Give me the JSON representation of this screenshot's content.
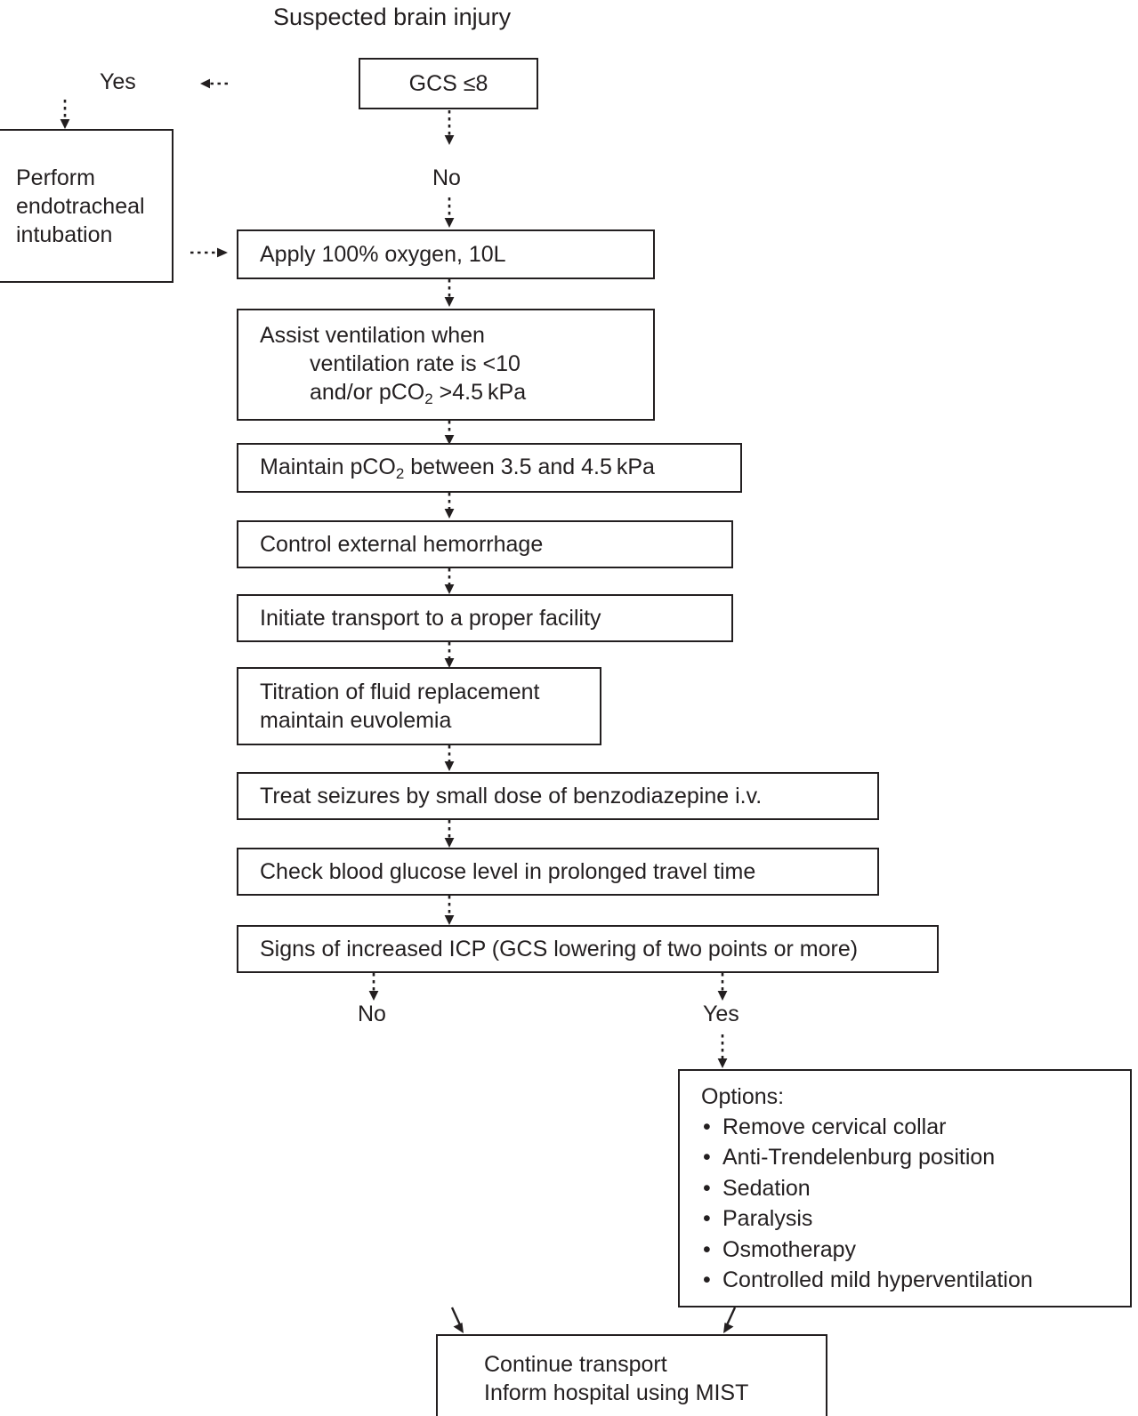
{
  "diagram": {
    "title": "Suspected brain injury",
    "type": "flowchart",
    "line_color": "#231f20",
    "background": "#ffffff",
    "nodes": {
      "gcs": {
        "label": "GCS ≤8"
      },
      "intubation": {
        "lines": [
          "Perform",
          "endotracheal",
          "intubation"
        ]
      },
      "oxygen": {
        "label": "Apply 100% oxygen, 10L"
      },
      "assist": {
        "line1": "Assist ventilation when",
        "line2": "ventilation rate is <10",
        "line3_a": "and/or  pCO",
        "line3_sub": "2",
        "line3_b": " >4.5 kPa"
      },
      "maintain": {
        "pre": "Maintain pCO",
        "sub": "2",
        "post": " between 3.5 and 4.5 kPa"
      },
      "hemorrhage": {
        "label": "Control external hemorrhage"
      },
      "transport": {
        "label": "Initiate transport to a proper facility"
      },
      "fluid": {
        "lines": [
          "Titration of fluid replacement",
          "maintain euvolemia"
        ]
      },
      "seizures": {
        "label": "Treat seizures by small dose of benzodiazepine i.v."
      },
      "glucose": {
        "label": "Check blood glucose level in prolonged travel time"
      },
      "icp": {
        "label": "Signs of increased ICP (GCS lowering of two points or more)"
      },
      "options": {
        "heading": "Options:",
        "items": [
          "Remove cervical collar",
          "Anti-Trendelenburg position",
          "Sedation",
          "Paralysis",
          "Osmotherapy",
          "Controlled mild hyperventilation"
        ]
      },
      "continue": {
        "lines": [
          "Continue transport",
          "Inform hospital using MIST"
        ]
      }
    },
    "edge_labels": {
      "gcs_yes": "Yes",
      "gcs_no": "No",
      "icp_no": "No",
      "icp_yes": "Yes"
    }
  }
}
